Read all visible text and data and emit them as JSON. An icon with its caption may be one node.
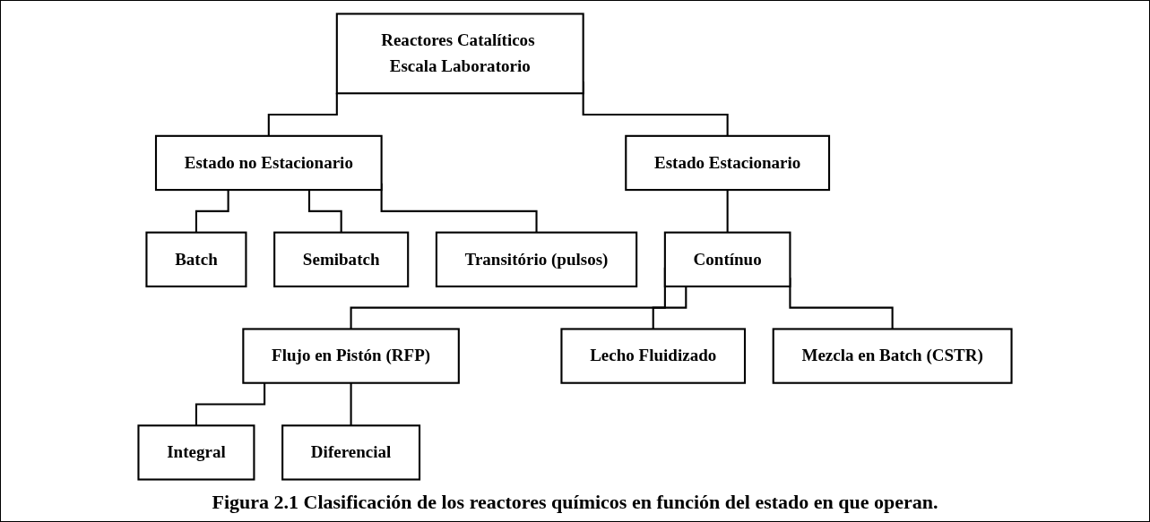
{
  "diagram": {
    "caption": "Figura 2.1 Clasificación de los reactores químicos en función del estado en que operan.",
    "nodes": [
      {
        "text": [
          "Reactores Catalíticos Escala Laboratorio"
        ]
      },
      {
        "text": [
          "Estado no Estacionario"
        ]
      },
      {
        "text": [
          "Estado Estacionario"
        ]
      },
      {
        "text": [
          "Batch"
        ]
      },
      {
        "text": [
          "Semibatch"
        ]
      },
      {
        "text": [
          "Transitório (pulsos)"
        ]
      },
      {
        "text": [
          "Contínuo"
        ]
      },
      {
        "text": [
          "Flujo en Pistón (RFP)"
        ]
      },
      {
        "text": [
          "Lecho Fluidizado"
        ]
      },
      {
        "text": [
          "Mezcla en Batch (CSTR)"
        ]
      },
      {
        "text": [
          "Integral"
        ]
      },
      {
        "text": [
          "Diferencial"
        ]
      }
    ],
    "edges": [
      {
        "from": 0,
        "to": 1,
        "arrow": "none"
      },
      {
        "from": 0,
        "to": 2,
        "arrow": "none"
      },
      {
        "from": 1,
        "to": 3,
        "arrow": "none"
      },
      {
        "from": 1,
        "to": 4,
        "arrow": "none"
      },
      {
        "from": 1,
        "to": 5,
        "arrow": "none"
      },
      {
        "from": 2,
        "to": 6,
        "arrow": "none"
      },
      {
        "from": 6,
        "to": 7,
        "arrow": "none"
      },
      {
        "from": 6,
        "to": 8,
        "arrow": "none"
      },
      {
        "from": 6,
        "to": 9,
        "arrow": "none"
      },
      {
        "from": 7,
        "to": 10,
        "arrow": "none"
      },
      {
        "from": 7,
        "to": 11,
        "arrow": "none"
      }
    ]
  }
}
